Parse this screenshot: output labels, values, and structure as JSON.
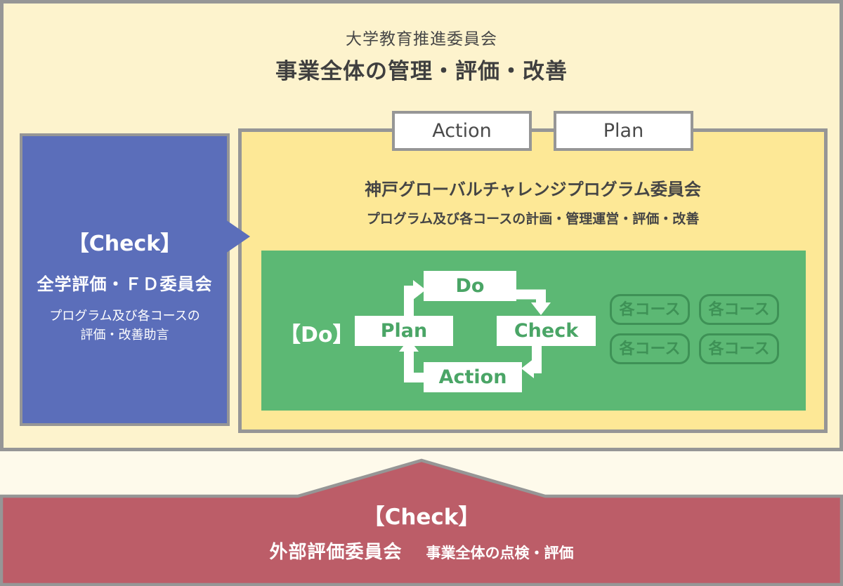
{
  "colors": {
    "outer_panel": "#fdf3cd",
    "inner_panel": "#fde896",
    "green_panel": "#5cb874",
    "green_dark": "#3e9156",
    "blue_panel": "#5b6eba",
    "red_panel": "#bc5d68",
    "border_gray": "#969696",
    "page_background": "#fefaeb",
    "text_dark": "#474747"
  },
  "top_committee": {
    "name": "大学教育推進委員会",
    "role": "事業全体の管理・評価・改善"
  },
  "top_tags": {
    "action": "Action",
    "plan": "Plan"
  },
  "left_check": {
    "label": "【Check】",
    "name": "全学評価・ＦＤ委員会",
    "desc_line1": "プログラム及び各コースの",
    "desc_line2": "評価・改善助言"
  },
  "program_committee": {
    "name": "神戸グローバルチャレンジプログラム委員会",
    "role": "プログラム及び各コースの計画・管理運営・評価・改善"
  },
  "do_section": {
    "label": "【Do】",
    "cycle": {
      "do": "Do",
      "plan": "Plan",
      "check": "Check",
      "action": "Action"
    },
    "courses": [
      "各コース",
      "各コース",
      "各コース",
      "各コース"
    ]
  },
  "bottom_check": {
    "label": "【Check】",
    "name": "外部評価委員会",
    "role": "事業全体の点検・評価"
  }
}
